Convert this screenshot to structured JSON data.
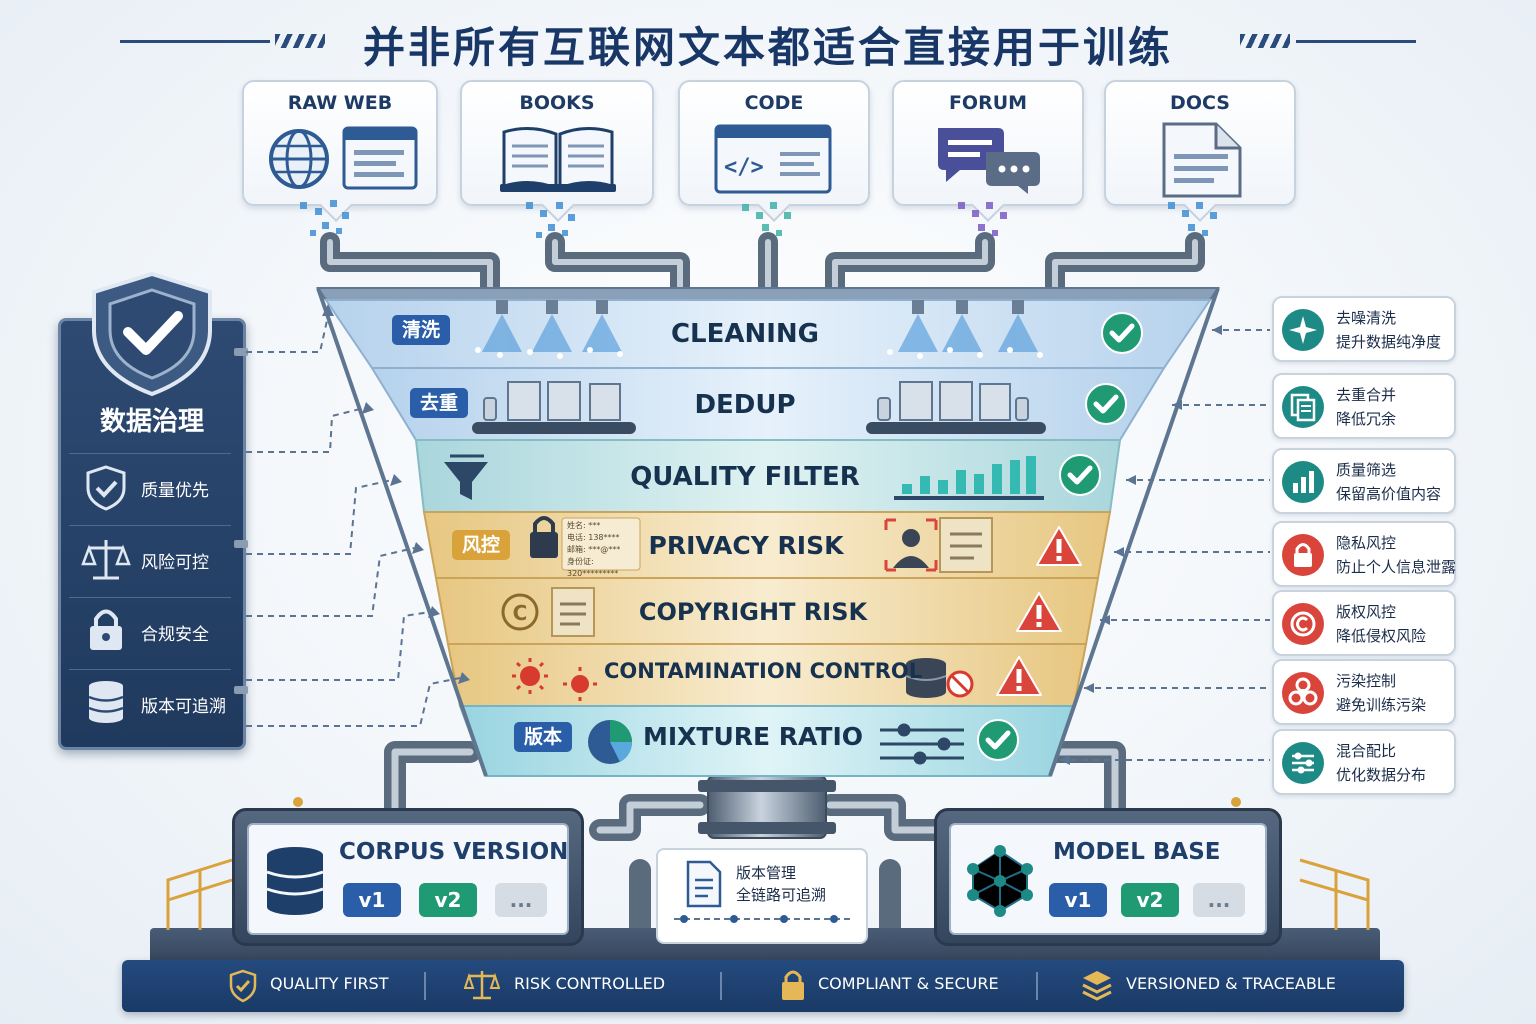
{
  "title": "并非所有互联网文本都适合直接用于训练",
  "sources": [
    {
      "label": "RAW WEB",
      "icon": "globe-icon"
    },
    {
      "label": "BOOKS",
      "icon": "book-icon"
    },
    {
      "label": "CODE",
      "icon": "code-window-icon"
    },
    {
      "label": "FORUM",
      "icon": "chat-bubbles-icon"
    },
    {
      "label": "DOCS",
      "icon": "document-icon"
    }
  ],
  "layers": [
    {
      "tag": "清洗",
      "title": "CLEANING",
      "status": "check"
    },
    {
      "tag": "去重",
      "title": "DEDUP",
      "status": "check"
    },
    {
      "title": "QUALITY FILTER",
      "status": "check"
    },
    {
      "tag": "风控",
      "title": "PRIVACY RISK",
      "status": "warning"
    },
    {
      "title": "COPYRIGHT RISK",
      "status": "warning"
    },
    {
      "title": "CONTAMINATION CONTROL",
      "status": "warning"
    },
    {
      "tag": "版本",
      "title": "MIXTURE RATIO",
      "status": "check"
    }
  ],
  "privacy_sample": [
    "姓名: ***",
    "电话: 138****",
    "邮箱: ***@***",
    "身份证: 320*********"
  ],
  "governance": {
    "title": "数据治理",
    "items": [
      {
        "label": "质量优先",
        "icon": "shield-check-icon"
      },
      {
        "label": "风险可控",
        "icon": "scales-icon"
      },
      {
        "label": "合规安全",
        "icon": "lock-icon"
      },
      {
        "label": "版本可追溯",
        "icon": "database-icon"
      }
    ]
  },
  "right_cards": [
    {
      "line1": "去噪清洗",
      "line2": "提升数据纯净度",
      "color": "#1e8a86",
      "icon": "sparkle-icon"
    },
    {
      "line1": "去重合并",
      "line2": "降低冗余",
      "color": "#1e8a86",
      "icon": "copy-icon"
    },
    {
      "line1": "质量筛选",
      "line2": "保留高价值内容",
      "color": "#1e8a86",
      "icon": "bar-chart-icon"
    },
    {
      "line1": "隐私风控",
      "line2": "防止个人信息泄露",
      "color": "#d9453b",
      "icon": "lock-icon"
    },
    {
      "line1": "版权风控",
      "line2": "降低侵权风险",
      "color": "#d9453b",
      "icon": "copyright-icon"
    },
    {
      "line1": "污染控制",
      "line2": "避免训练污染",
      "color": "#d9453b",
      "icon": "biohazard-icon"
    },
    {
      "line1": "混合配比",
      "line2": "优化数据分布",
      "color": "#1e8a86",
      "icon": "sliders-icon"
    }
  ],
  "corpus": {
    "title": "CORPUS VERSION",
    "versions": [
      "v1",
      "v2",
      "..."
    ]
  },
  "model": {
    "title": "MODEL BASE",
    "versions": [
      "v1",
      "v2",
      "..."
    ]
  },
  "version_mgmt": {
    "line1": "版本管理",
    "line2": "全链路可追溯"
  },
  "bottom": [
    {
      "label": "QUALITY FIRST",
      "icon": "shield-check-icon"
    },
    {
      "label": "RISK CONTROLLED",
      "icon": "scales-icon"
    },
    {
      "label": "COMPLIANT & SECURE",
      "icon": "lock-icon"
    },
    {
      "label": "VERSIONED & TRACEABLE",
      "icon": "layers-icon"
    }
  ],
  "colors": {
    "navy": "#1f3f6b",
    "teal": "#1e8a86",
    "red": "#d9453b",
    "green": "#1f9a72",
    "gold": "#d9a23a"
  }
}
